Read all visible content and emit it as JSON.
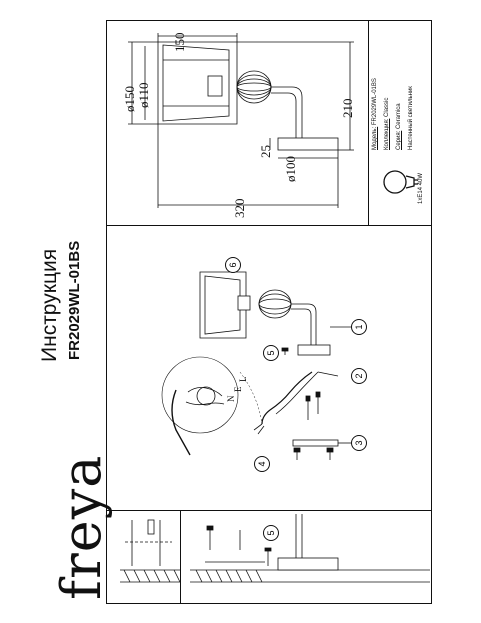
{
  "brand": "freya",
  "doc_title": "Инструкция",
  "model_code": "FR2029WL-01BS",
  "dimensions": {
    "width_overall": "320",
    "height_overall": "210",
    "shade_top": "150",
    "shade_outer": "ø150",
    "shade_inner": "ø110",
    "base_height": "25",
    "base_diameter": "ø100"
  },
  "spec_labels": {
    "model_label": "Модель:",
    "model_value": "FR2029WL-01BS",
    "collection_label": "Коллекция:",
    "collection_value": "Classic",
    "series_label": "Серия:",
    "series_value": "Ceramica",
    "type_value": "Настенный светильник"
  },
  "bulb": {
    "spec": "1xE14 40W",
    "icon": "light-bulb-icon"
  },
  "callouts": [
    "1",
    "2",
    "3",
    "4",
    "5",
    "6"
  ],
  "wiring_letters": [
    "N",
    "E",
    "L"
  ],
  "step_label": "5"
}
